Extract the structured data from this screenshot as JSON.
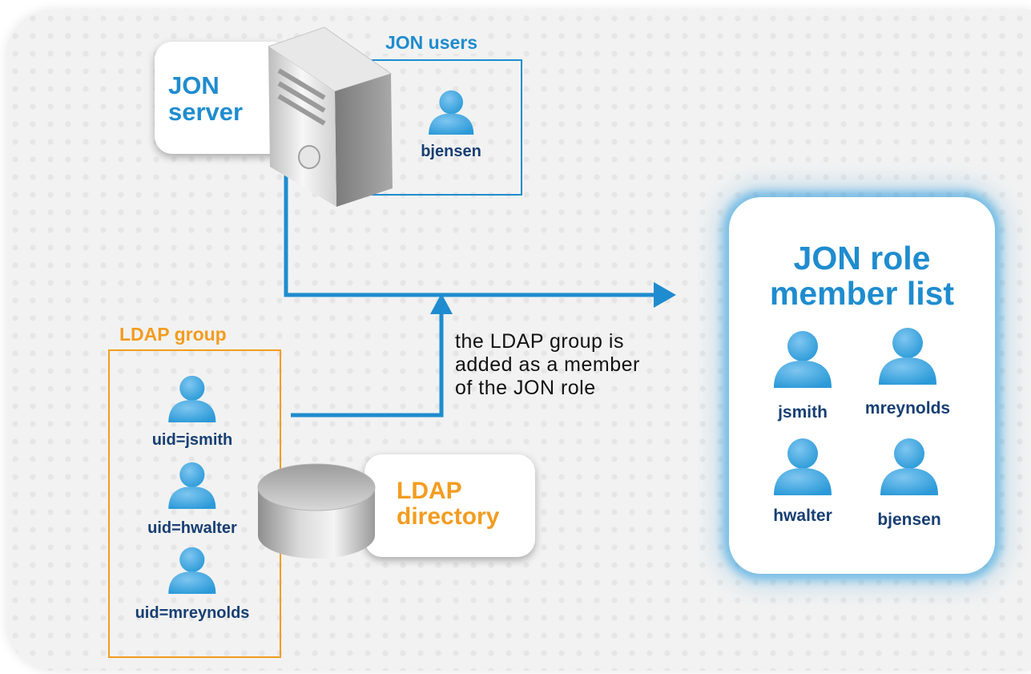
{
  "server": {
    "label_line1": "JON",
    "label_line2": "server",
    "icon": "server-tower-icon"
  },
  "jon_users": {
    "title": "JON users",
    "members": [
      "bjensen"
    ]
  },
  "ldap_group": {
    "title": "LDAP group",
    "members": [
      "uid=jsmith",
      "uid=hwalter",
      "uid=mreynolds"
    ]
  },
  "ldap_directory": {
    "label_line1": "LDAP",
    "label_line2": "directory",
    "icon": "database-cylinder-icon"
  },
  "note": {
    "line1": "the LDAP group is",
    "line2": "added as a member",
    "line3": "of the JON role"
  },
  "role": {
    "title_line1": "JON role",
    "title_line2": "member list",
    "members": [
      "jsmith",
      "mreynolds",
      "hwalter",
      "bjensen"
    ]
  },
  "colors": {
    "blue": "#1f8ccf",
    "orange": "#f39c1f",
    "user_icon": "#2b9ad8",
    "user_text": "#173f73",
    "connector": "#1f8ccf"
  }
}
